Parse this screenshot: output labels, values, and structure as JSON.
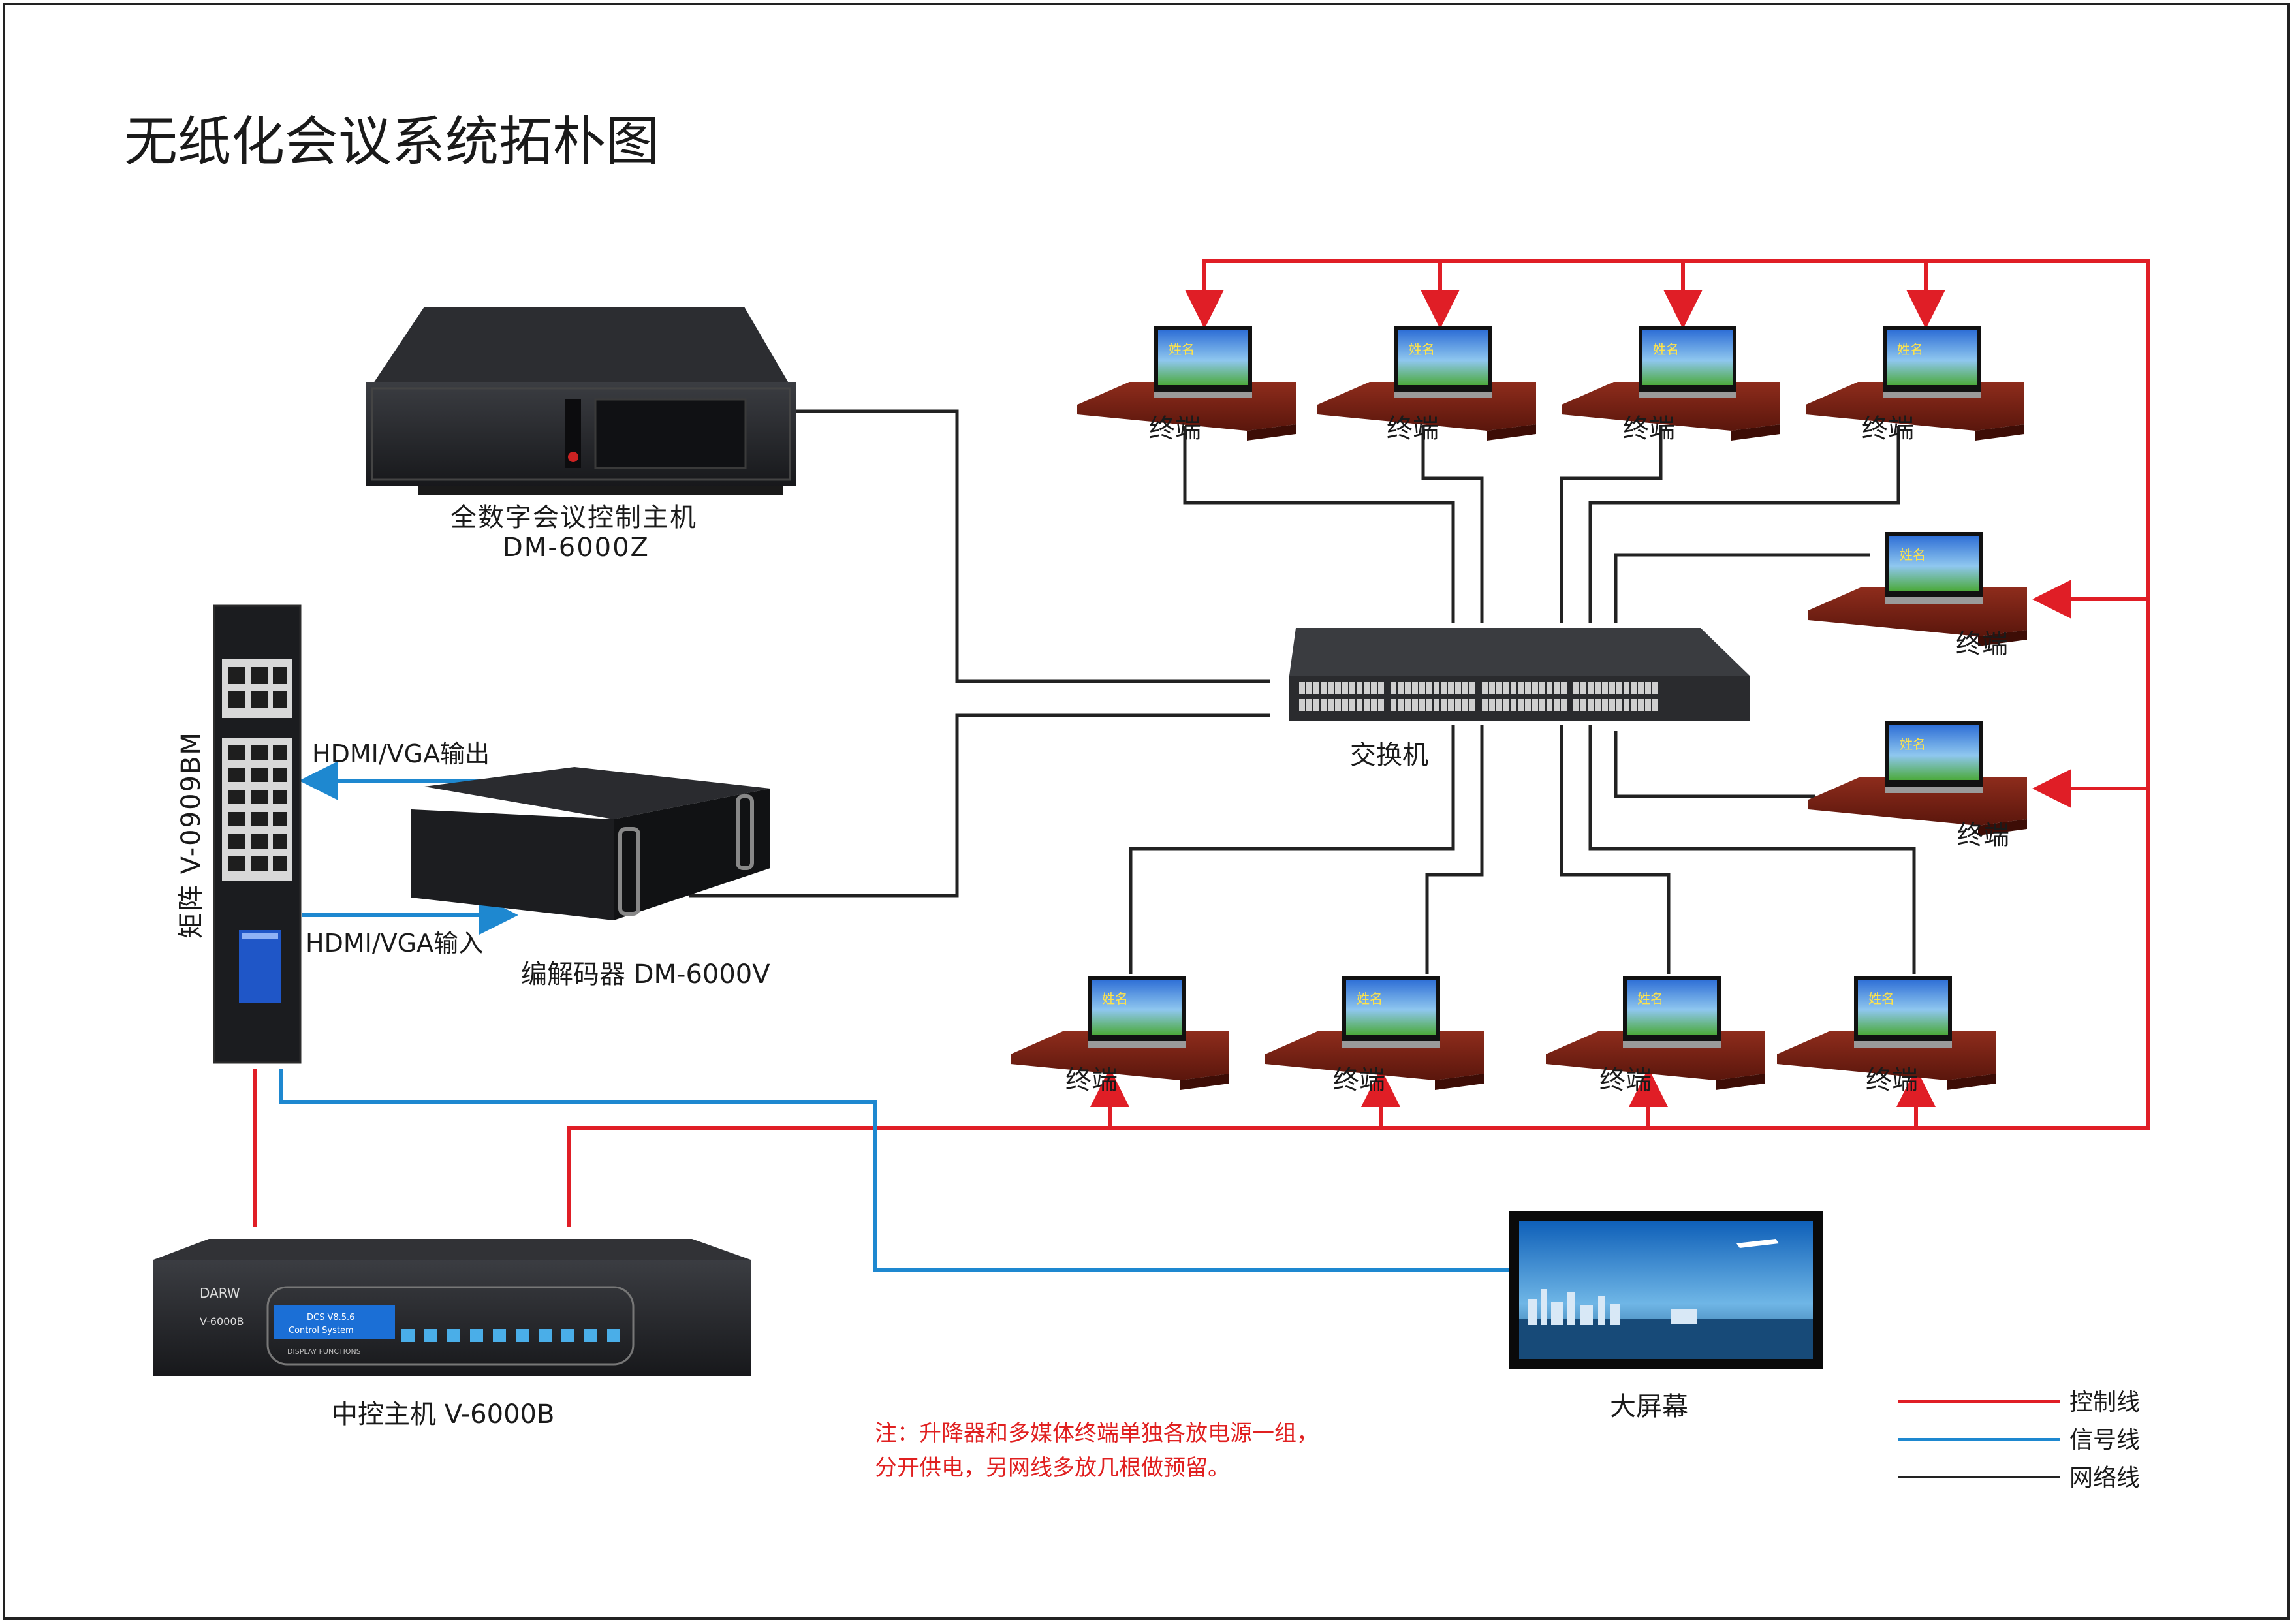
{
  "title": "无纸化会议系统拓朴图",
  "devices": {
    "host": {
      "line1": "全数字会议控制主机",
      "line2": "DM-6000Z"
    },
    "matrix": {
      "label": "矩阵 V-0909BM"
    },
    "codec": {
      "label": "编解码器 DM-6000V"
    },
    "switch": {
      "label": "交换机"
    },
    "central": {
      "label": "中控主机 V-6000B",
      "brand": "DARW",
      "model": "V-6000B",
      "lcd1": "DCS V8.5.6",
      "lcd2": "Control System",
      "panel_caption": "DISPLAY FUNCTIONS"
    },
    "screen": {
      "label": "大屏幕"
    }
  },
  "io": {
    "output": "HDMI/VGA输出",
    "input": "HDMI/VGA输入"
  },
  "terminals": [
    {
      "label": "终端"
    },
    {
      "label": "终端"
    },
    {
      "label": "终端"
    },
    {
      "label": "终端"
    },
    {
      "label": "终端"
    },
    {
      "label": "终端"
    },
    {
      "label": "终端"
    },
    {
      "label": "终端"
    },
    {
      "label": "终端"
    },
    {
      "label": "终端"
    }
  ],
  "terminal_screen_text": "姓名",
  "note": {
    "line1": "注：升降器和多媒体终端单独各放电源一组，",
    "line2": "分开供电，另网线多放几根做预留。"
  },
  "legend": [
    {
      "label": "控制线",
      "color": "#e01e26"
    },
    {
      "label": "信号线",
      "color": "#1e88d0"
    },
    {
      "label": "网络线",
      "color": "#222222"
    }
  ],
  "colors": {
    "control": "#e01e26",
    "signal": "#1e88d0",
    "network": "#222222"
  }
}
